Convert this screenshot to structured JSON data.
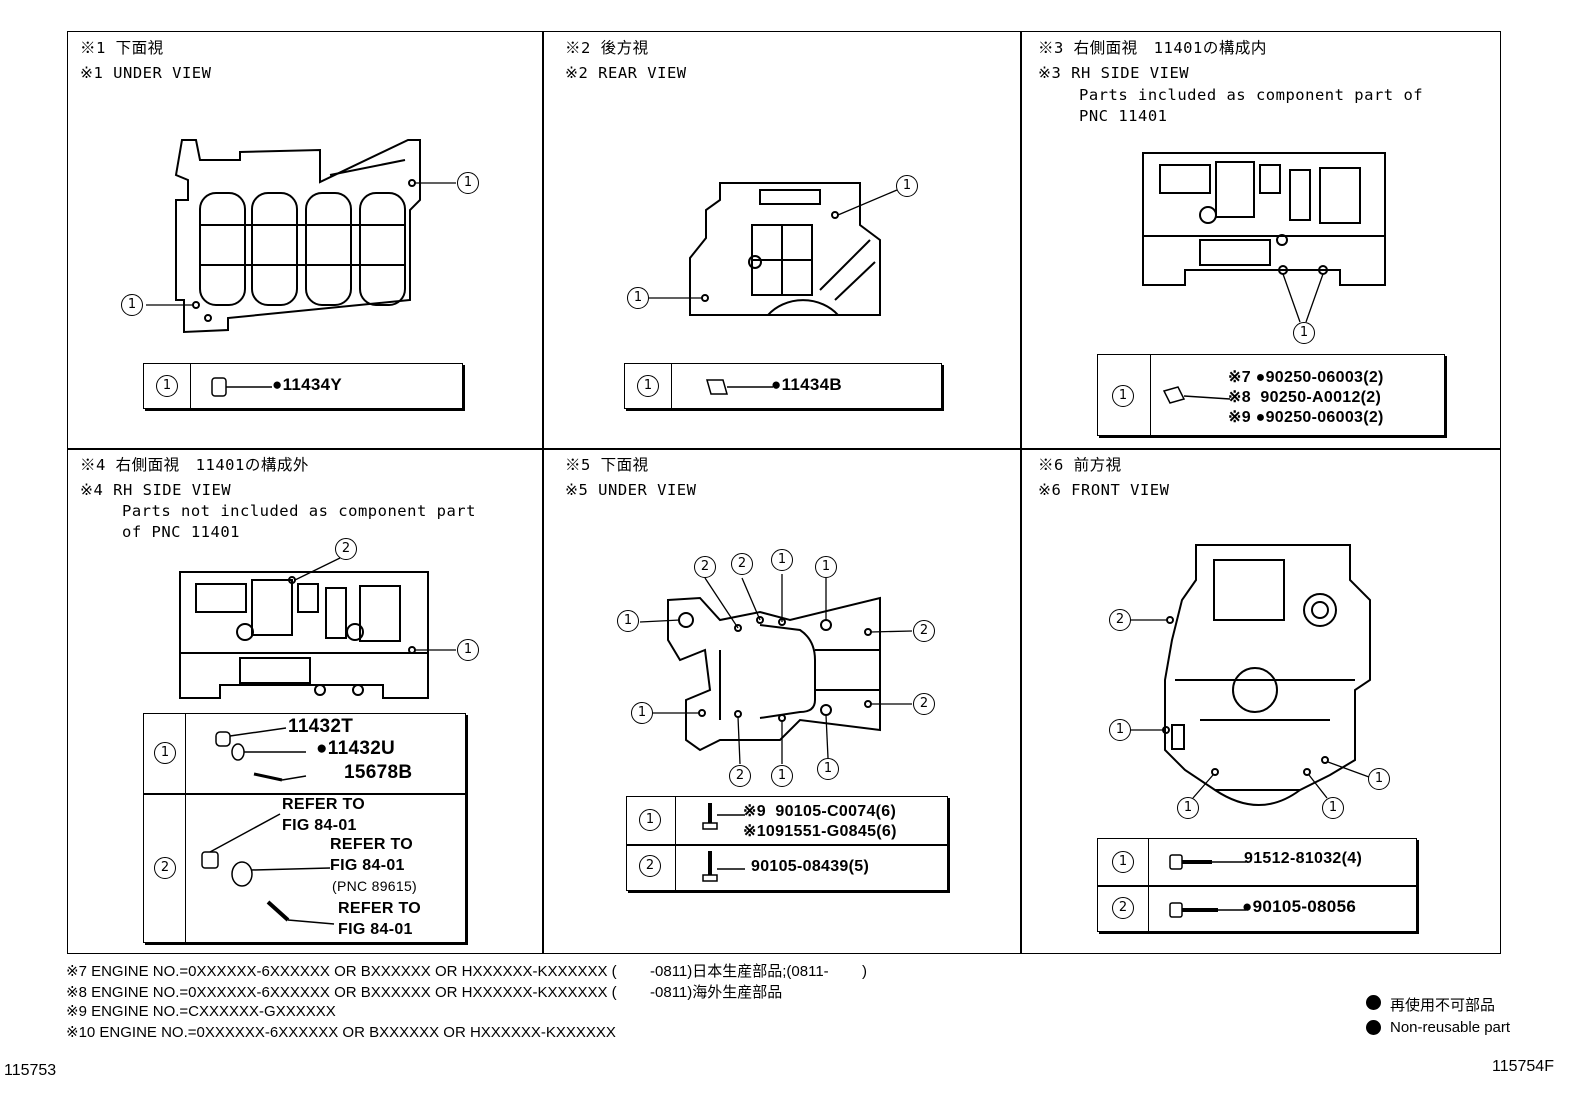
{
  "panels": [
    {
      "jp": "※1 下面視",
      "en": "※1 UNDER VIEW",
      "note": ""
    },
    {
      "jp": "※2 後方視",
      "en": "※2 REAR VIEW",
      "note": ""
    },
    {
      "jp": "※3 右側面視　11401の構成内",
      "en": "※3 RH SIDE VIEW",
      "note": "Parts included as component part of\nPNC 11401"
    },
    {
      "jp": "※4 右側面視　11401の構成外",
      "en": "※4 RH SIDE VIEW",
      "note": "Parts not included as component part\nof PNC 11401"
    },
    {
      "jp": "※5 下面視",
      "en": "※5 UNDER VIEW",
      "note": ""
    },
    {
      "jp": "※6 前方視",
      "en": "※6 FRONT VIEW",
      "note": ""
    }
  ],
  "callout": {
    "one": "1",
    "two": "2"
  },
  "parts": {
    "p1": "●11434Y",
    "p2": "●11434B",
    "p3": [
      "※7 ●90250-06003(2)",
      "※8  90250-A0012(2)",
      "※9 ●90250-06003(2)"
    ],
    "p4_1": [
      "11432T",
      "●11432U",
      "15678B"
    ],
    "p4_2": [
      "REFER TO",
      "FIG 84-01",
      "REFER TO",
      "FIG 84-01",
      "(PNC 89615)",
      "REFER TO",
      "FIG 84-01"
    ],
    "p5_1": [
      "※9  90105-C0074(6)",
      "※1091551-G0845(6)"
    ],
    "p5_2": "90105-08439(5)",
    "p6_1": "91512-81032(4)",
    "p6_2": "●90105-08056"
  },
  "footnotes": [
    "※7 ENGINE NO.=0XXXXXX-6XXXXXX OR BXXXXXX OR HXXXXXX-KXXXXXX (        -0811)日本生産部品;(0811-        )",
    "※8 ENGINE NO.=0XXXXXX-6XXXXXX OR BXXXXXX OR HXXXXXX-KXXXXXX (        -0811)海外生産部品",
    "※9 ENGINE NO.=CXXXXXX-GXXXXXX",
    "※10 ENGINE NO.=0XXXXXX-6XXXXXX OR BXXXXXX OR HXXXXXX-KXXXXXX"
  ],
  "legend": {
    "jp": "再使用不可部品",
    "en": "Non-reusable part"
  },
  "ids": {
    "left": "115753",
    "right": "115754F"
  }
}
